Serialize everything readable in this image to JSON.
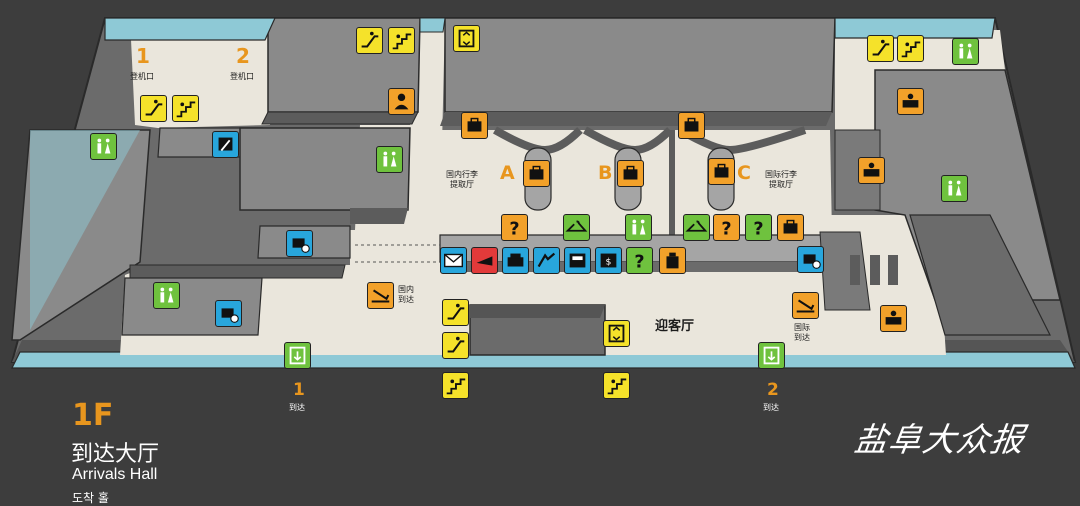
{
  "gates": [
    {
      "number": "1",
      "label": "登机口"
    },
    {
      "number": "2",
      "label": "登机口"
    }
  ],
  "carousels": [
    "A",
    "B",
    "C"
  ],
  "areas": {
    "domestic_baggage": "国内行李\n提取厅",
    "intl_baggage": "国际行李\n提取厅",
    "domestic_arrival": "国内\n到达",
    "intl_arrival": "国际\n到达",
    "greeting_hall": "迎客厅"
  },
  "exits": [
    {
      "number": "1",
      "label": "到达"
    },
    {
      "number": "2",
      "label": "到达"
    }
  ],
  "floor": {
    "code": "1F",
    "name_zh": "到达大厅",
    "name_en": "Arrivals Hall",
    "name_ko": "도착 홀"
  },
  "masthead": "盐阜大众报",
  "colors": {
    "background": "#3d3d3d",
    "floor": "#eae6dc",
    "wall_top": "#7a7a7a",
    "wall_side": "#5c5c5c",
    "glass": "#8ec9d6",
    "accent_orange": "#f2a12a",
    "icon_yellow": "#f5e22a",
    "icon_green": "#6fc23e",
    "icon_blue": "#28a6dc",
    "icon_red": "#e23a3a"
  },
  "icons": [
    {
      "name": "escalator-icon",
      "color": "yellow"
    },
    {
      "name": "stairs-icon",
      "color": "yellow"
    },
    {
      "name": "elevator-icon",
      "color": "yellow"
    },
    {
      "name": "restroom-icon",
      "color": "green"
    },
    {
      "name": "accessible-restroom-icon",
      "color": "green"
    },
    {
      "name": "baggage-claim-icon",
      "color": "orange"
    },
    {
      "name": "security-check-icon",
      "color": "blue"
    },
    {
      "name": "no-baggage-cart-icon",
      "color": "blue"
    },
    {
      "name": "information-icon",
      "color": "orange"
    },
    {
      "name": "coat-check-icon",
      "color": "green"
    },
    {
      "name": "mail-icon",
      "color": "blue"
    },
    {
      "name": "fire-extinguisher-icon",
      "color": "red"
    },
    {
      "name": "lounge-icon",
      "color": "blue"
    },
    {
      "name": "car-rental-icon",
      "color": "blue"
    },
    {
      "name": "atm-icon",
      "color": "blue"
    },
    {
      "name": "currency-exchange-icon",
      "color": "blue"
    },
    {
      "name": "help-desk-icon",
      "color": "green"
    },
    {
      "name": "hotel-booking-icon",
      "color": "orange"
    },
    {
      "name": "customs-icon",
      "color": "orange"
    },
    {
      "name": "immigration-icon",
      "color": "orange"
    },
    {
      "name": "arrival-icon",
      "color": "orange"
    },
    {
      "name": "exit-door-icon",
      "color": "green"
    }
  ]
}
